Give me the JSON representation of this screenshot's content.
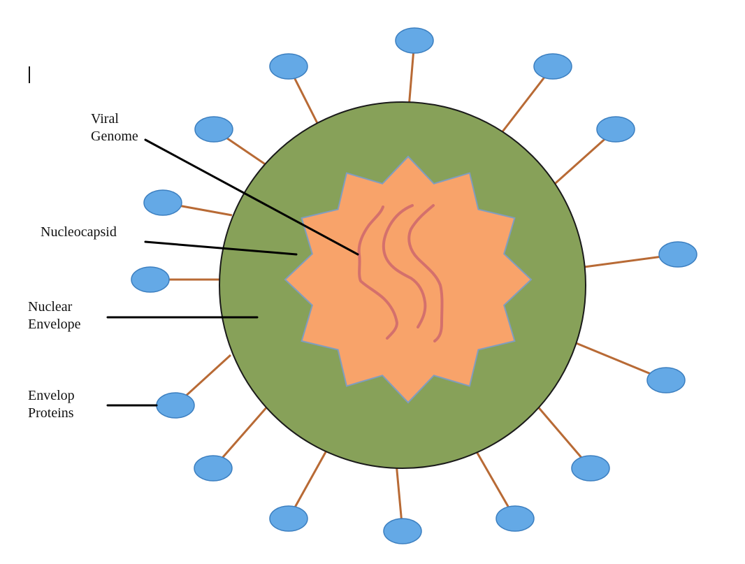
{
  "colors": {
    "envelope_fill": "#87a159",
    "envelope_stroke": "#1a1a1a",
    "nucleocapsid_fill": "#f8a36a",
    "nucleocapsid_stroke": "#7f9dbf",
    "genome_stroke": "#d4706c",
    "spike_stem": "#b86a35",
    "spike_head_fill": "#64a9e6",
    "spike_head_stroke": "#3c7fc0",
    "leader_line": "#000000"
  },
  "labels": {
    "viral_genome": [
      "Viral",
      "Genome"
    ],
    "nucleocapsid": [
      "Nucleocapsid"
    ],
    "nuclear_envelope": [
      "Nuclear",
      "Envelope"
    ],
    "envelop_proteins": [
      "Envelop",
      "Proteins"
    ]
  }
}
